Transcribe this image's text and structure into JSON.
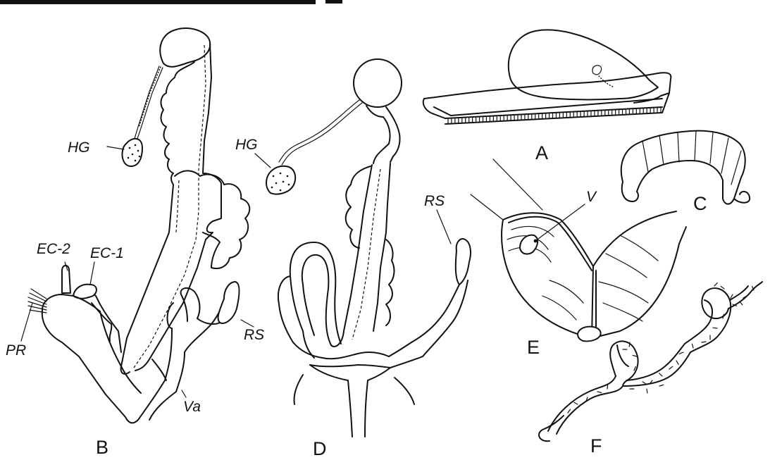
{
  "panels": {
    "A": "A",
    "B": "B",
    "C": "C",
    "D": "D",
    "E": "E",
    "F": "F"
  },
  "labels": {
    "hg_b": "HG",
    "hg_d": "HG",
    "ec2": "EC-2",
    "ec1": "EC-1",
    "pr": "PR",
    "rs_b": "RS",
    "rs_d": "RS",
    "va": "Va",
    "v": "V"
  }
}
